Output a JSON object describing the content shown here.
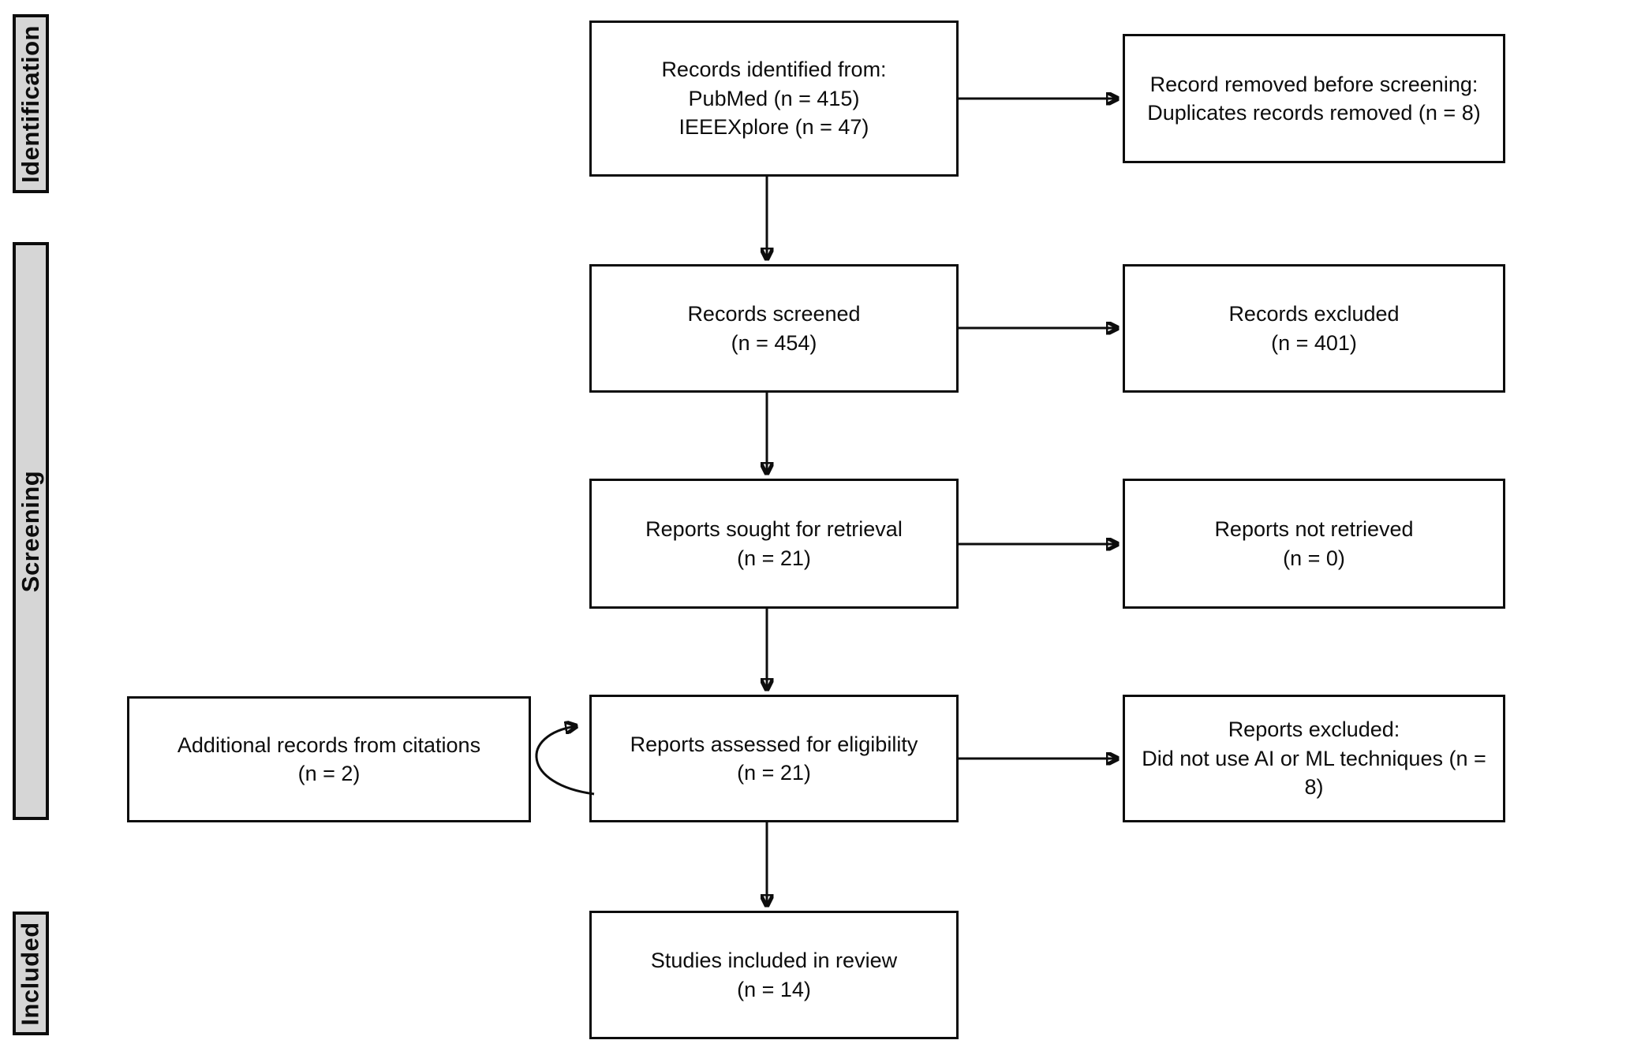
{
  "sidebar_labels": {
    "identification": "Identification",
    "screening": "Screening",
    "included": "Included"
  },
  "flow_boxes": {
    "records_identified": "Records identified from:\nPubMed (n = 415)\nIEEEXplore (n = 47)",
    "records_removed": "Record removed before screening:\nDuplicates records removed (n = 8)",
    "records_screened": "Records screened\n(n = 454)",
    "records_excluded": "Records excluded\n(n = 401)",
    "reports_sought": "Reports sought for retrieval\n(n = 21)",
    "reports_not_retrieved": "Reports not retrieved\n(n = 0)",
    "additional_records": "Additional records from citations\n(n = 2)",
    "reports_assessed": "Reports assessed for eligibility\n(n = 21)",
    "reports_excluded": "Reports excluded:\nDid not use AI or ML techniques (n = 8)",
    "studies_included": "Studies included in review\n(n = 14)"
  },
  "counts": {
    "pubmed": 415,
    "ieeexplore": 47,
    "duplicates_removed": 8,
    "screened": 454,
    "excluded_screening": 401,
    "sought_for_retrieval": 21,
    "not_retrieved": 0,
    "additional_from_citations": 2,
    "assessed_for_eligibility": 21,
    "excluded_no_ai_ml": 8,
    "included_in_review": 14
  },
  "colors": {
    "background": "#ffffff",
    "box_fill": "#ffffff",
    "stage_bar_fill": "#d6d6d6",
    "line_and_text": "#0d0d0d"
  }
}
